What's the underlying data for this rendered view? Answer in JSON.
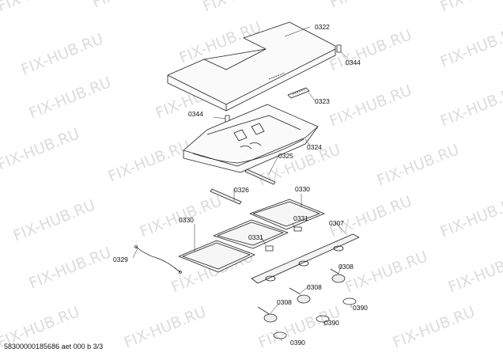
{
  "watermark": "FIX-HUB.RU",
  "callouts": {
    "c0322": "0322",
    "c0344a": "0344",
    "c0323": "0323",
    "c0344b": "0344",
    "c0324": "0324",
    "c0325": "0325",
    "c0326": "0326",
    "c0330a": "0330",
    "c0330b": "0330",
    "c0331a": "0331",
    "c0331b": "0331",
    "c0307": "0307",
    "c0329": "0329",
    "c0308a": "0308",
    "c0308b": "0308",
    "c0308c": "0308",
    "c0390a": "0390",
    "c0390b": "0390",
    "c0390c": "0390"
  },
  "footer": "58300000185686 aet 000 b 3/3"
}
